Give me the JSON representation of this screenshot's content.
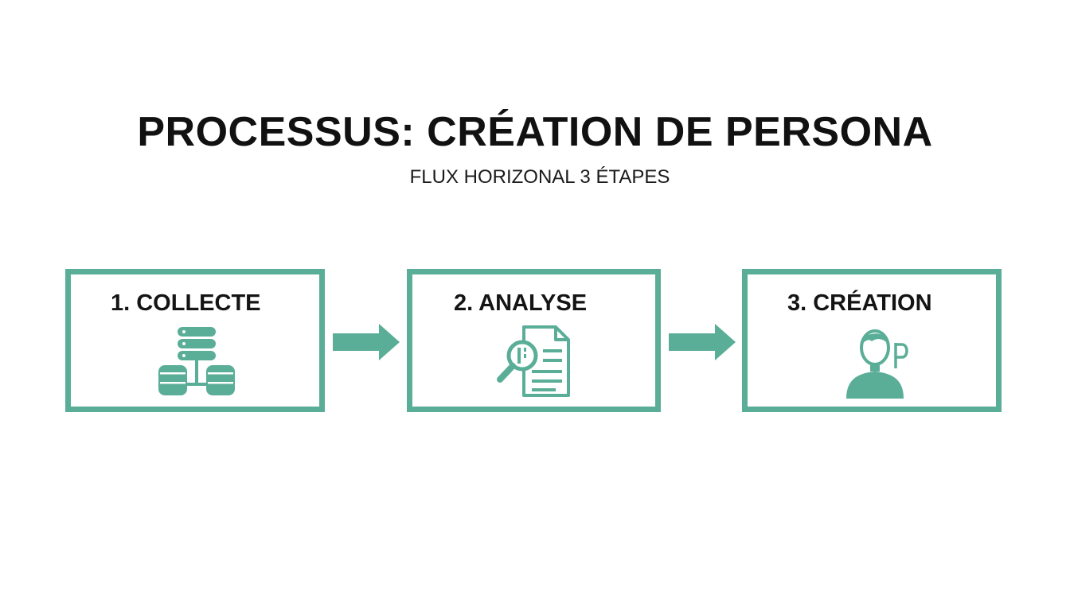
{
  "title": "PROCESSUS: CRÉATION DE PERSONA",
  "subtitle": "FLUX HORIZONAL 3 ÉTAPES",
  "accent_color": "#5aae97",
  "steps": [
    {
      "label": "1. COLLECTE",
      "icon": "database-icon"
    },
    {
      "label": "2. ANALYSE",
      "icon": "document-magnifier-icon"
    },
    {
      "label": "3. CRÉATION",
      "icon": "person-icon"
    }
  ],
  "connectors": [
    "arrow-right-icon",
    "arrow-right-icon"
  ]
}
